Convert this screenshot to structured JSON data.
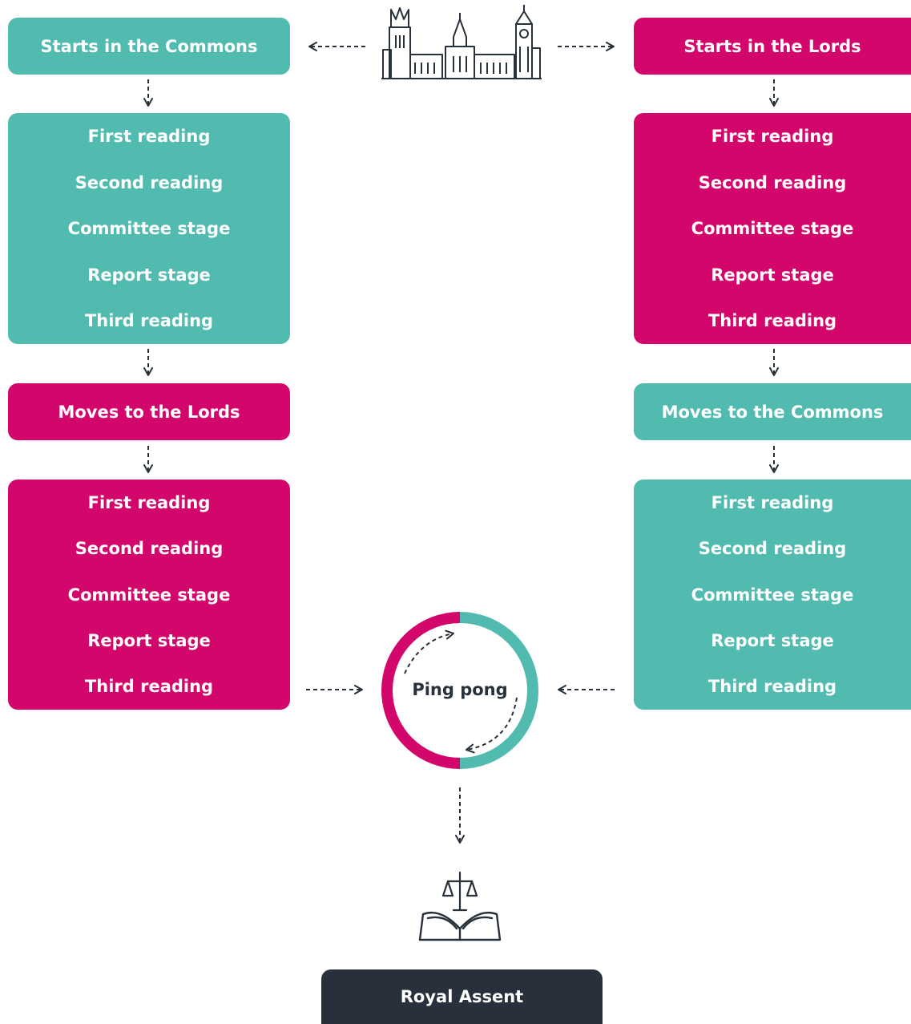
{
  "start_commons": "Starts in the Commons",
  "start_lords": "Starts in the Lords",
  "commons_first_stages": [
    "First reading",
    "Second reading",
    "Committee stage",
    "Report stage",
    "Third reading"
  ],
  "lords_first_stages": [
    "First reading",
    "Second reading",
    "Committee stage",
    "Report stage",
    "Third reading"
  ],
  "moves_to_lords": "Moves to the Lords",
  "moves_to_commons": "Moves to the Commons",
  "lords_second_stages": [
    "First reading",
    "Second reading",
    "Committee stage",
    "Report stage",
    "Third reading"
  ],
  "commons_second_stages": [
    "First reading",
    "Second reading",
    "Committee stage",
    "Report stage",
    "Third reading"
  ],
  "ping_pong": "Ping pong",
  "royal_assent": "Royal Assent",
  "colors": {
    "commons": "#52bbb0",
    "lords": "#d3066b",
    "dark": "#28313b"
  },
  "icons": [
    "parliament-building-icon",
    "scales-of-justice-icon",
    "open-book-icon"
  ]
}
